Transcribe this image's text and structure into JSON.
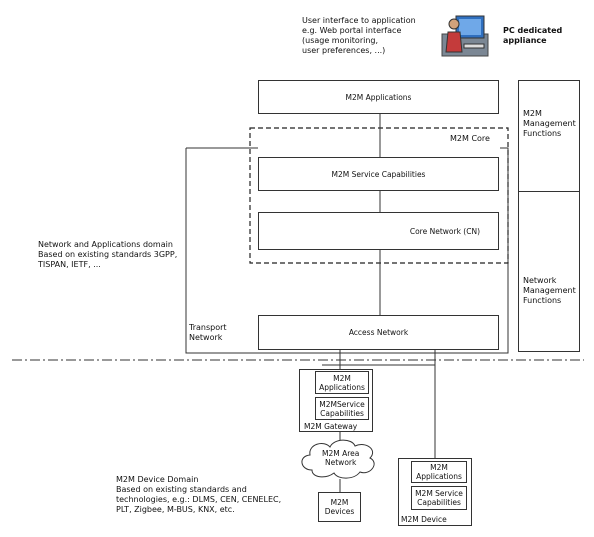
{
  "top": {
    "ui_note": "User  interface to application\ne.g. Web portal interface\n(usage monitoring,\nuser preferences, ...)",
    "pc_label": "PC dedicated\nappliance"
  },
  "network_domain": {
    "apps": "M2M Applications",
    "core_label": "M2M Core",
    "service_caps": "M2M Service Capabilities",
    "core_network": "Core Network (CN)",
    "access_network": "Access Network",
    "transport": "Transport\nNetwork",
    "domain_note": "Network and Applications domain\nBased on existing standards 3GPP,\nTISPAN, IETF, ..."
  },
  "management": {
    "m2m_mgmt": "M2M\nManagement\nFunctions",
    "net_mgmt": "Network\nManagement\nFunctions"
  },
  "device_domain": {
    "gw_apps": "M2M\nApplications",
    "gw_caps": "M2MService\nCapabilities",
    "gw_label": "M2M Gateway",
    "area_network": "M2M Area\nNetwork",
    "devices": "M2M\nDevices",
    "dev_apps": "M2M\nApplications",
    "dev_caps": "M2M Service\nCapabilities",
    "dev_label": "M2M Device",
    "domain_note": "M2M Device Domain\nBased on existing standards and\ntechnologies, e.g.: DLMS, CEN, CENELEC,\nPLT, Zigbee, M-BUS, KNX, etc."
  }
}
